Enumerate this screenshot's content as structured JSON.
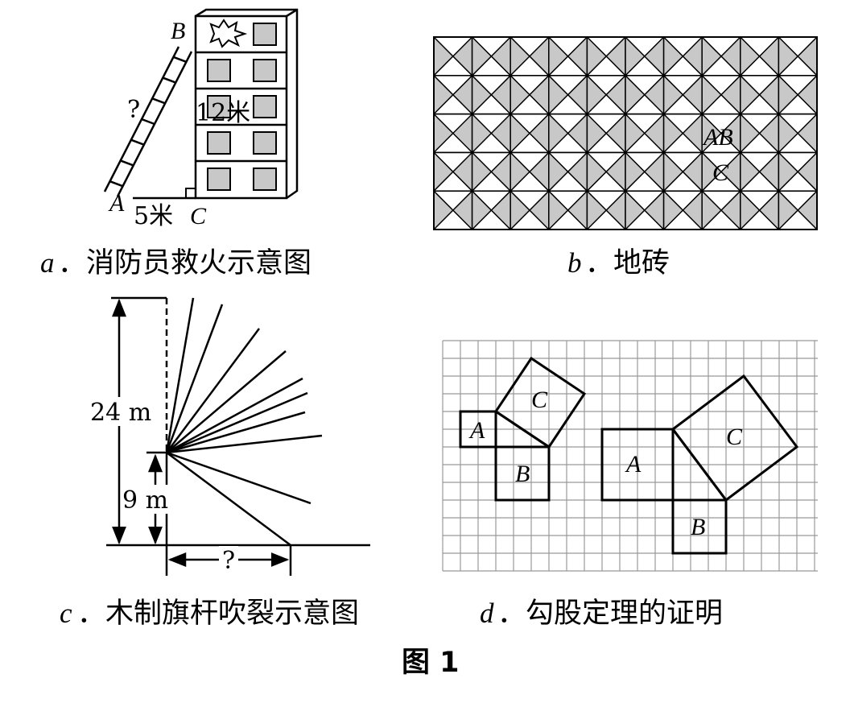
{
  "panel_a": {
    "label_b": "B",
    "label_a": "A",
    "label_c": "C",
    "ladder_unknown": "?",
    "height_label": "12米",
    "base_label": "5米",
    "caption_letter": "a",
    "caption_text": "．消防员救火示意图"
  },
  "panel_b": {
    "label_ab": "AB",
    "label_c": "C",
    "caption_letter": "b",
    "caption_text": "．地砖"
  },
  "panel_c": {
    "total_label": "24 m",
    "lower_label": "9 m",
    "unknown_label": "?",
    "caption_letter": "c",
    "caption_text": "．木制旗杆吹裂示意图"
  },
  "panel_d": {
    "small_a": "A",
    "small_b": "B",
    "small_c": "C",
    "large_a": "A",
    "large_b": "B",
    "large_c": "C",
    "caption_letter": "d",
    "caption_text": "．勾股定理的证明"
  },
  "figure_title": "图 1",
  "colors": {
    "ink": "#000000",
    "tile_gray": "#c8c8c8",
    "window_gray": "#c8c8c8",
    "grid_gray": "#999999"
  }
}
